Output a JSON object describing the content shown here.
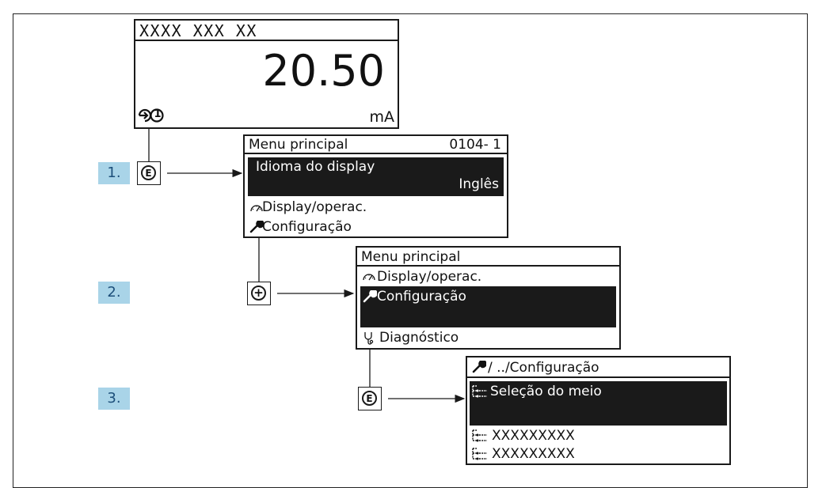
{
  "display": {
    "tag": "XXXX XXX XX",
    "value": "20.50",
    "unit": "mA",
    "status_symbol": "1"
  },
  "steps": [
    "1.",
    "2.",
    "3."
  ],
  "keys": {
    "enter": "E",
    "plus": "+"
  },
  "menu1": {
    "title": "Menu principal",
    "code": "0104- 1",
    "highlight_label": "Idioma do display",
    "highlight_value": "Inglês",
    "items": [
      "Display/operac.",
      "Configuração"
    ]
  },
  "menu2": {
    "title": "Menu principal",
    "items": [
      "Display/operac.",
      "Configuração",
      "Diagnóstico"
    ]
  },
  "menu3": {
    "title": "/ ../Configuração",
    "items": [
      "Seleção do meio",
      "XXXXXXXXX",
      "XXXXXXXXX"
    ]
  },
  "colors": {
    "step_badge_bg": "#a9d4e8",
    "step_badge_text": "#1d4f7a",
    "highlight_bg": "#1a1a1a"
  },
  "icons": {
    "status_symbol": "signal-status-icon",
    "display_operation": "gauge-icon",
    "setup": "wrench-icon",
    "diagnostics": "stethoscope-icon",
    "submenu": "submenu-tree-icon"
  }
}
